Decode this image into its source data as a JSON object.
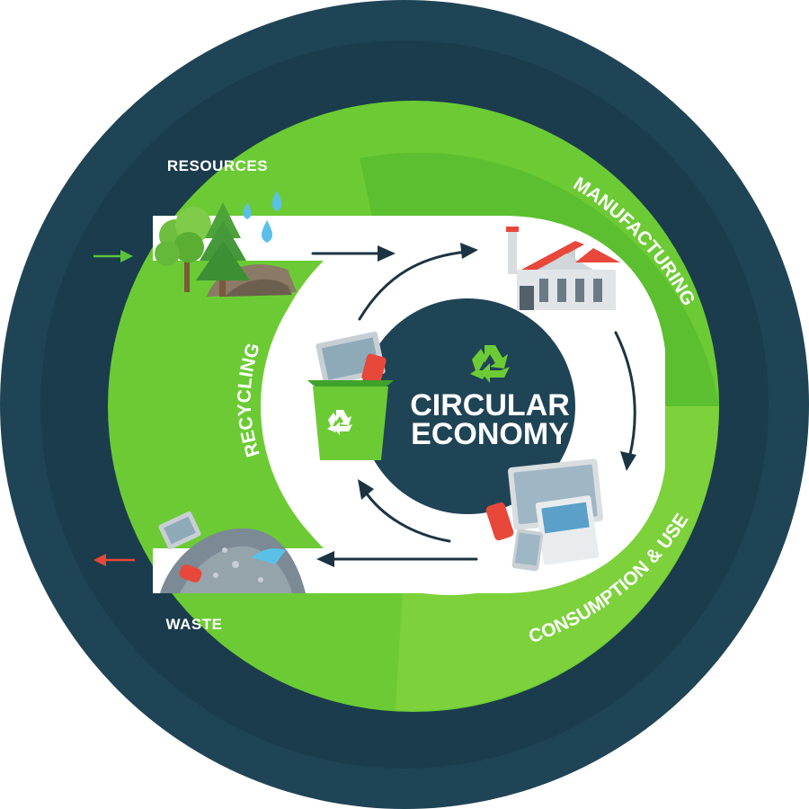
{
  "title": {
    "line1": "CIRCULAR",
    "line2": "ECONOMY"
  },
  "stages": {
    "manufacturing": "MANUFACTURING",
    "consumption": "CONSUMPTION & USE",
    "recycling": "RECYCLING"
  },
  "outer": {
    "resources": "RESOURCES",
    "waste": "WASTE"
  },
  "colors": {
    "background_dark": "#1f4456",
    "ring_dark": "#1a3a4a",
    "green_light": "#7dd13b",
    "green_mid": "#5bbf2f",
    "green_dark": "#3f9a23",
    "inflow_arrow": "#5cc43a",
    "outflow_arrow": "#e8483a",
    "arrow": "#1c3442"
  },
  "icons": [
    "trees-icon",
    "water-drops-icon",
    "factory-icon",
    "devices-icon",
    "recycling-bin-icon",
    "waste-pile-icon",
    "recycle-symbol-icon"
  ]
}
